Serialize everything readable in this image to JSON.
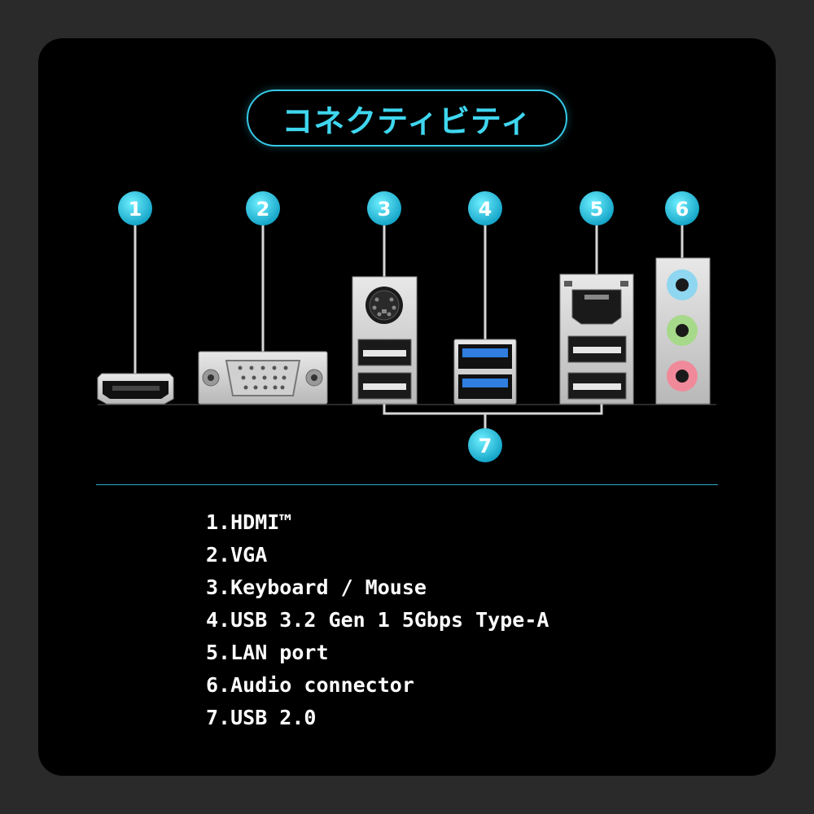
{
  "header": {
    "title": "コネクティビティ"
  },
  "badges": [
    "1",
    "2",
    "3",
    "4",
    "5",
    "6",
    "7"
  ],
  "icons": {
    "hdmi": "hdmi-port-icon",
    "vga": "vga-port-icon",
    "ps2": "ps2-port-icon",
    "usb3": "usb3-port-icon",
    "lan": "lan-port-icon",
    "audio": "audio-jack-icon",
    "usb2": "usb2-port-icon"
  },
  "colors": {
    "accent": "#35c9e6",
    "usb3_blue": "#2f7ee0",
    "audio_blue": "#8fd6f0",
    "audio_green": "#a7d98a",
    "audio_pink": "#f08a9a"
  },
  "specs": [
    "1.HDMI™",
    "2.VGA",
    "3.Keyboard / Mouse",
    "4.USB 3.2 Gen 1 5Gbps Type-A",
    "5.LAN port",
    "6.Audio connector",
    "7.USB 2.0"
  ]
}
